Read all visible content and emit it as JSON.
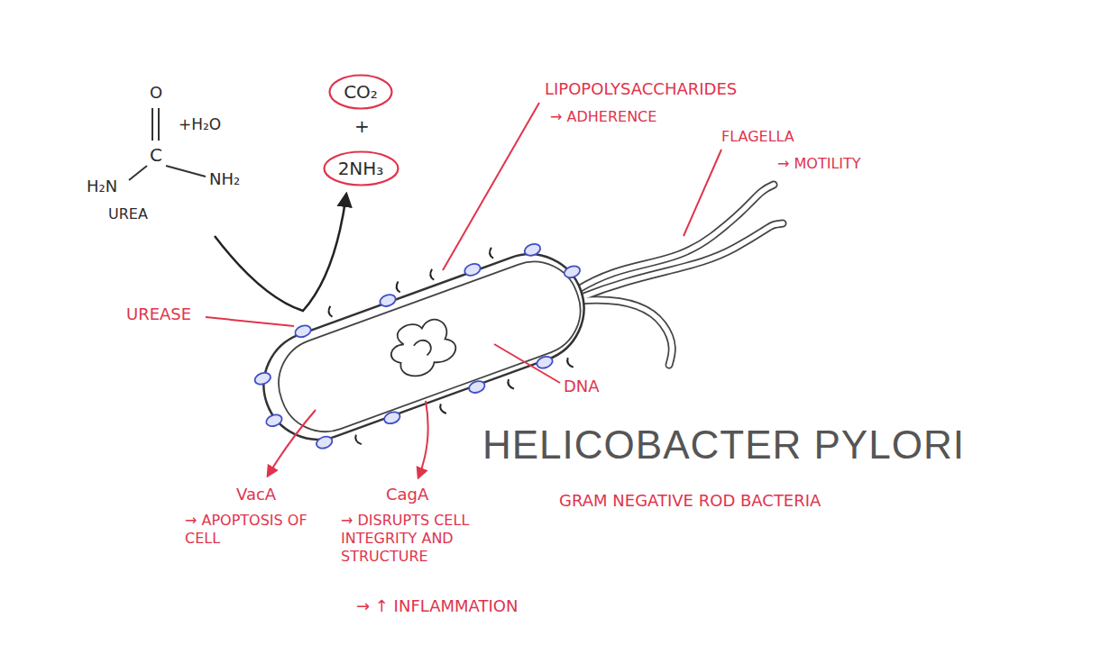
{
  "diagram": {
    "title": "HELICOBACTER PYLORI",
    "nodes": [
      {
        "text": [
          "CO₂"
        ]
      },
      {
        "text": [
          "2NH₃"
        ]
      }
    ],
    "labels": [
      "O",
      "C",
      "+H₂O",
      "H₂N",
      "NH₂",
      "UREA",
      "+",
      "LIPOPOLYSACCHARIDES",
      "→ ADHERENCE",
      "FLAGELLA",
      "→ MOTILITY",
      "UREASE",
      "DNA",
      "VacA",
      "→ APOPTOSIS OF CELL",
      "CagA",
      "→ DISRUPTS CELL INTEGRITY AND STRUCTURE",
      "→ ↑ INFLAMMATION",
      "GRAM NEGATIVE ROD BACTERIA"
    ]
  }
}
